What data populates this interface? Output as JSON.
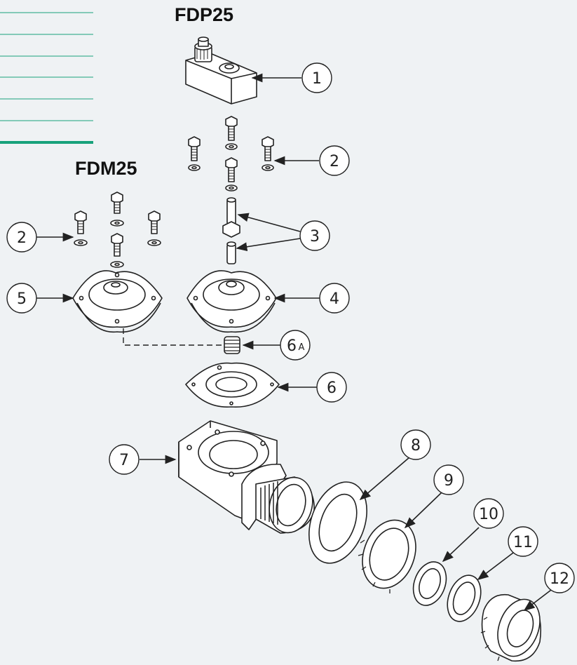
{
  "titles": {
    "fdp": "FDP25",
    "fdm": "FDM25"
  },
  "colors": {
    "background": "#eff2f4",
    "accent_lines": "#18a27b",
    "ink": "#222222"
  },
  "callouts": [
    {
      "id": "1",
      "label": "1"
    },
    {
      "id": "2a",
      "label": "2"
    },
    {
      "id": "2b",
      "label": "2"
    },
    {
      "id": "3",
      "label": "3"
    },
    {
      "id": "4",
      "label": "4"
    },
    {
      "id": "5",
      "label": "5"
    },
    {
      "id": "6a",
      "label": "6",
      "suffix": "A"
    },
    {
      "id": "6",
      "label": "6"
    },
    {
      "id": "7",
      "label": "7"
    },
    {
      "id": "8",
      "label": "8"
    },
    {
      "id": "9",
      "label": "9"
    },
    {
      "id": "10",
      "label": "10"
    },
    {
      "id": "11",
      "label": "11"
    },
    {
      "id": "12",
      "label": "12"
    }
  ]
}
